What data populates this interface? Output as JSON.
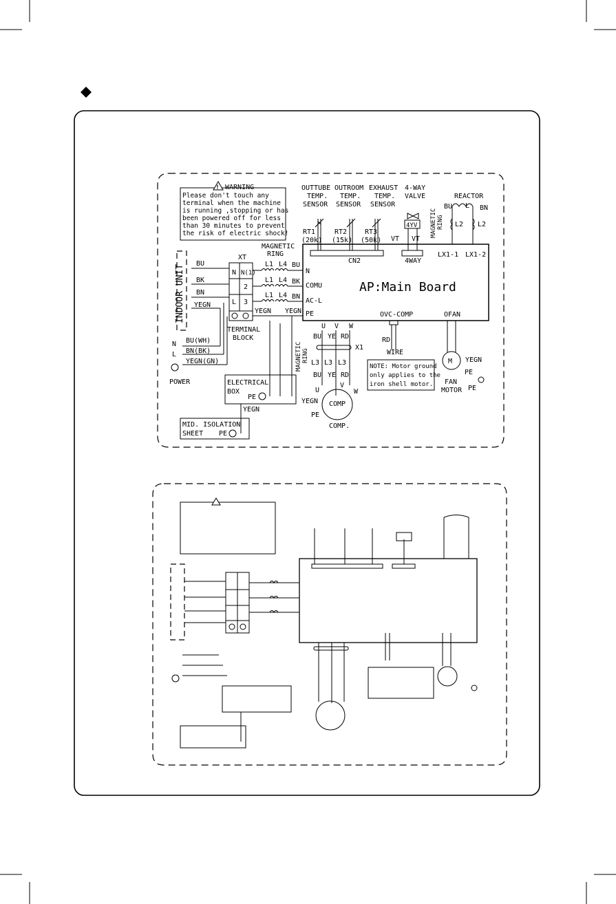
{
  "warning": {
    "title": "WARNING",
    "lines": [
      "Please don't touch any",
      "terminal when the machine",
      "is running ,stopping or has",
      "been powered off for less",
      "than 30 minutes to prevent",
      "the risk of electric shock!"
    ]
  },
  "main_board": "AP:Main Board",
  "indoor_unit": "INDOOR UNIT",
  "sensors": [
    {
      "title1": "OUTTUBE",
      "title2": "TEMP.",
      "title3": "SENSOR",
      "id": "RT1",
      "value": "(20k)"
    },
    {
      "title1": "OUTROOM",
      "title2": "TEMP.",
      "title3": "SENSOR",
      "id": "RT2",
      "value": "(15k)"
    },
    {
      "title1": "EXHAUST",
      "title2": "TEMP.",
      "title3": "SENSOR",
      "id": "RT3",
      "value": "(50k)"
    }
  ],
  "valve": {
    "title1": "4-WAY",
    "title2": "VALVE",
    "coil": "4YV",
    "vt1": "VT",
    "vt2": "VT",
    "connector": "4WAY"
  },
  "cn2": "CN2",
  "reactor": {
    "title": "REACTOR",
    "l": "L",
    "bu": "BU",
    "bn": "BN",
    "l2a": "L2",
    "l2b": "L2",
    "lx1": "LX1-1",
    "lx2": "LX1-2"
  },
  "magnetic_ring": "MAGNETIC RING",
  "magnetic_ring_top": [
    "MAGNETIC",
    "RING"
  ],
  "xt": "XT",
  "terminals": [
    "N(1)",
    "2",
    "3"
  ],
  "terminal_n": "N",
  "terminal_l": "L",
  "wires_left": [
    "BU",
    "BK",
    "BN",
    "YEGN"
  ],
  "wires_right": [
    "BU",
    "BK",
    "BN"
  ],
  "coils_top": [
    "L1",
    "L4"
  ],
  "board_pins": [
    "N",
    "COMU",
    "AC-L",
    "PE"
  ],
  "yegn": "YEGN",
  "terminal_block": [
    "TERMINAL",
    "BLOCK"
  ],
  "power": {
    "n": "N",
    "l": "L",
    "bu": "BU(WH)",
    "bn": "BN(BK)",
    "yegn": "YEGN(GN)",
    "label": "POWER"
  },
  "electrical_box": [
    "ELECTRICAL",
    "BOX"
  ],
  "pe": "PE",
  "mid_isolation": [
    "MID. ISOLATION",
    "SHEET"
  ],
  "uvw": [
    "U",
    "V",
    "W"
  ],
  "phase_colors": [
    "BU",
    "YE",
    "RD"
  ],
  "x1": "X1",
  "l3": "L3",
  "comp": {
    "label": "COMP",
    "name": "COMP.",
    "u": "U",
    "v": "V",
    "w": "W"
  },
  "ovc": {
    "label": "OVC-COMP",
    "rd": "RD",
    "wire": "WIRE"
  },
  "ofan": {
    "label": "OFAN",
    "m": "M",
    "fan": "FAN",
    "motor": "MOTOR"
  },
  "note": [
    "NOTE: Motor ground",
    "only applies to the",
    "iron shell motor."
  ]
}
